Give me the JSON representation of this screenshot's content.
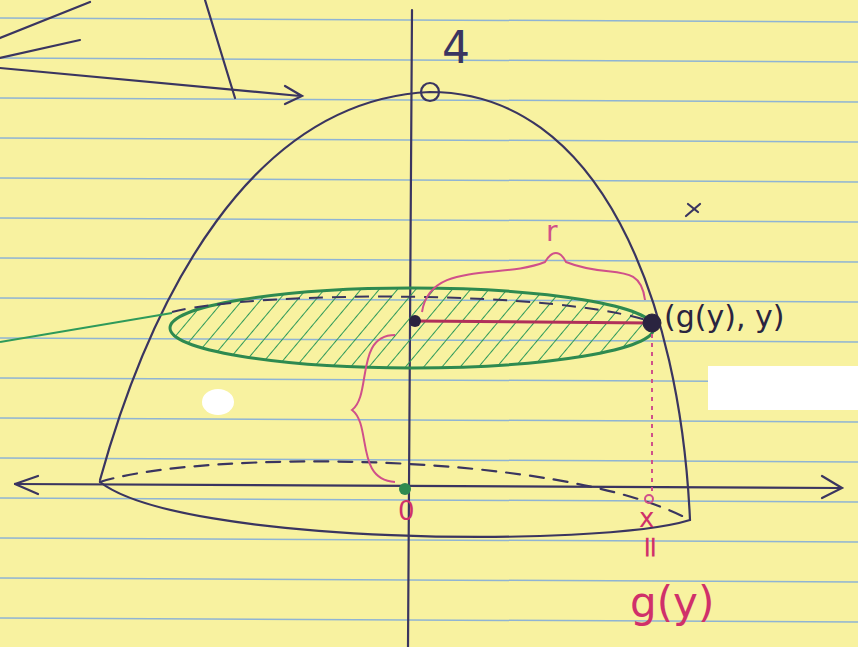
{
  "diagram": {
    "labels": [
      "4",
      "r",
      "(g(y), y)",
      "0",
      "x",
      "=",
      "g(y)"
    ]
  }
}
